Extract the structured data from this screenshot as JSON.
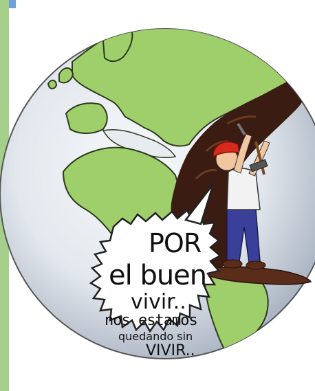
{
  "caption": {
    "line1": "POR",
    "line2": "el buen",
    "line3": "vivir..",
    "line4": "nos estamos",
    "line5": "quedando sin",
    "line6": "VIVIR.."
  },
  "colors": {
    "land": "#9fcf6a",
    "ocean": "#e7ecf0",
    "excavation": "#3a1c12",
    "helmet": "#d82a1c",
    "pants": "#3a3f9a",
    "sidebar": "#a4d08a"
  }
}
